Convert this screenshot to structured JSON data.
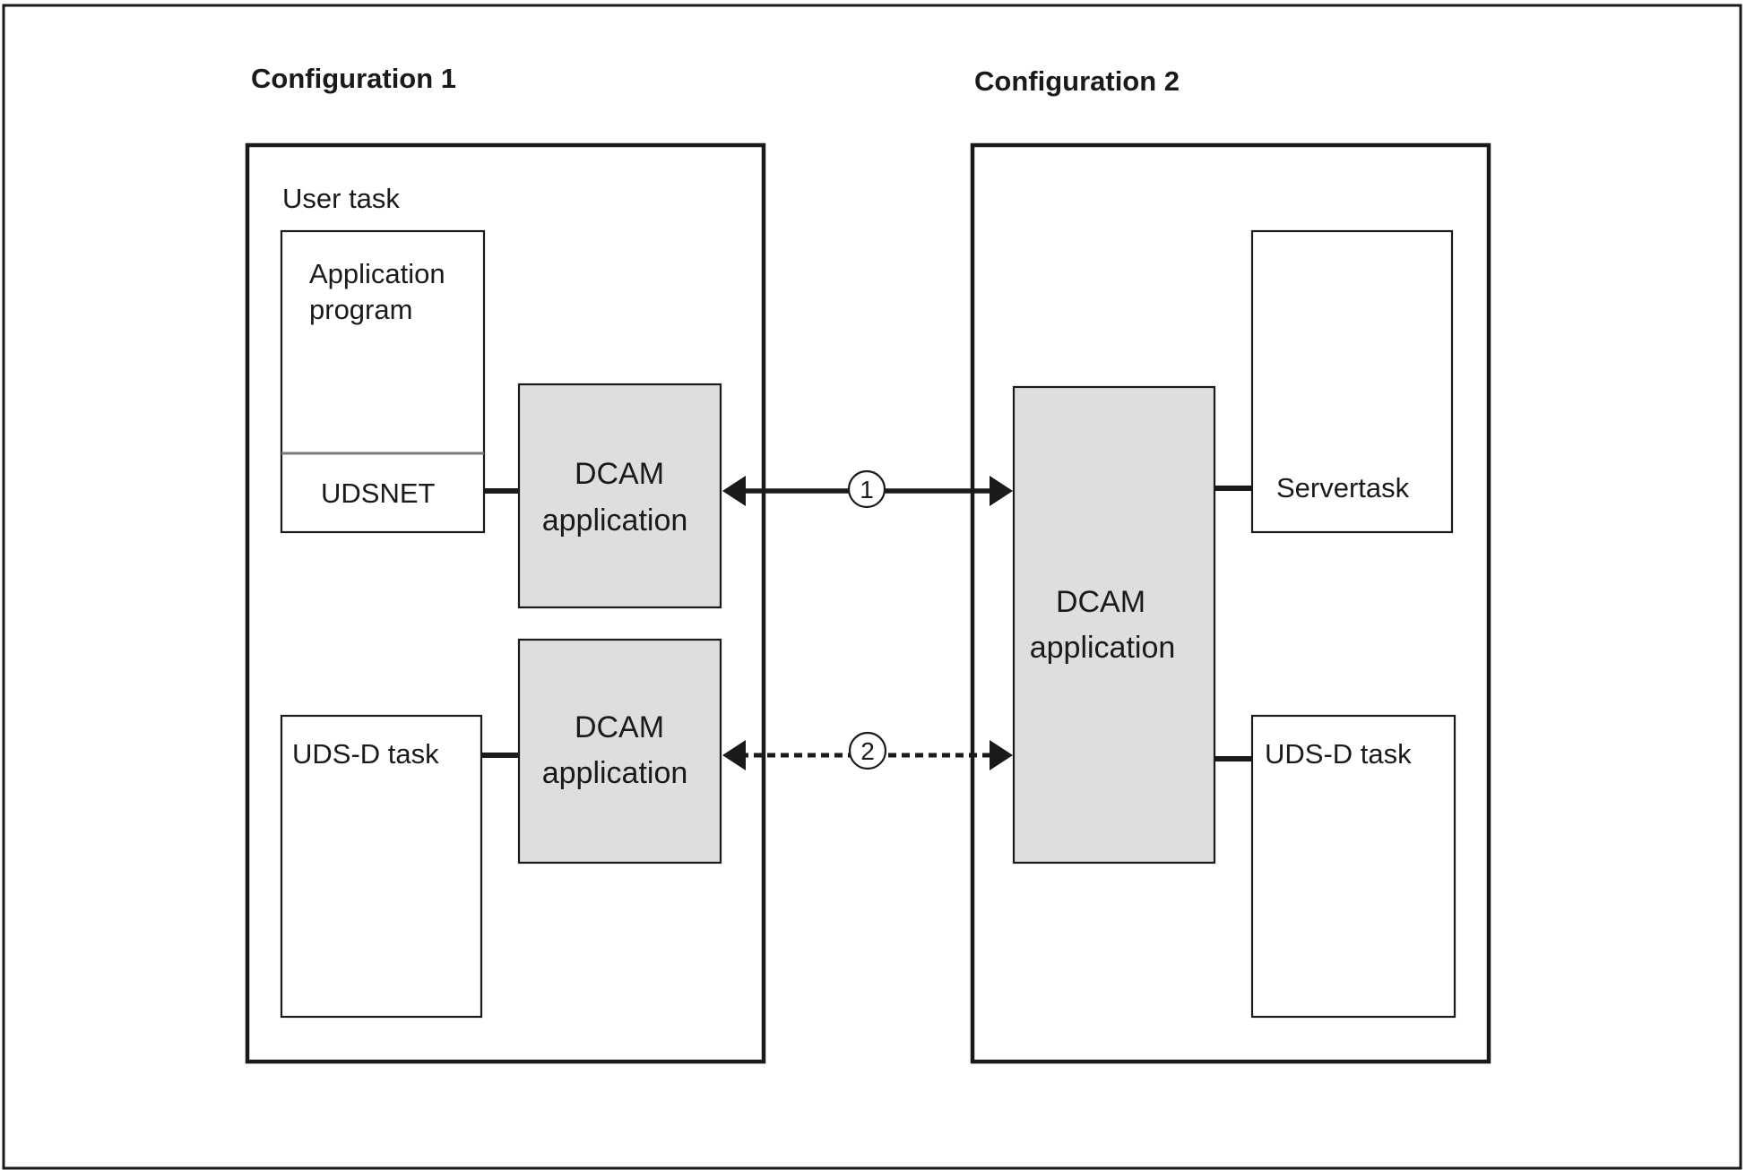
{
  "configurations": [
    {
      "title": "Configuration 1",
      "user_task_label": "User task",
      "app_program_lines": [
        "Application",
        "program"
      ],
      "udsnet_label": "UDSNET",
      "dcam_top_lines": [
        "DCAM",
        "application"
      ],
      "dcam_bottom_lines": [
        "DCAM",
        "application"
      ],
      "udsd_task_label": "UDS-D task"
    },
    {
      "title": "Configuration 2",
      "dcam_lines": [
        "DCAM",
        "application"
      ],
      "servertask_label": "Servertask",
      "udsd_task_label": "UDS-D task"
    }
  ],
  "connections": [
    {
      "marker": "1",
      "style": "solid",
      "direction": "bidirectional"
    },
    {
      "marker": "2",
      "style": "dashed",
      "direction": "bidirectional"
    }
  ],
  "colors": {
    "line": "#1a1a1a",
    "dcam_fill": "#dedede",
    "background": "#ffffff"
  }
}
